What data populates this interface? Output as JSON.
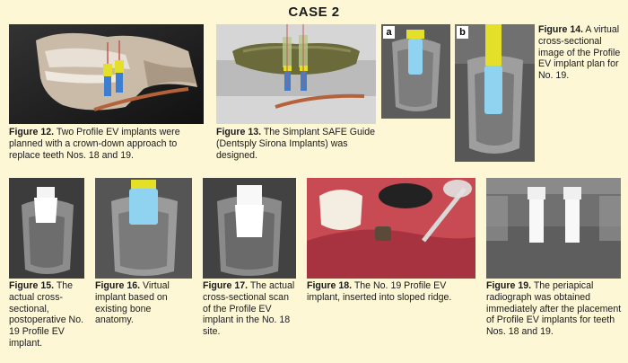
{
  "case_title": "CASE 2",
  "figures": {
    "fig12": {
      "label": "Figure 12.",
      "text": "Two Profile EV implants were planned with a crown-down approach to replace teeth Nos. 18 and 19."
    },
    "fig13": {
      "label": "Figure 13.",
      "text": "The Simplant SAFE Guide (Dentsply Sirona Implants) was designed."
    },
    "fig14": {
      "label": "Figure 14.",
      "text": "A virtual cross-sectional image of the Profile EV implant plan for No. 19.",
      "inset_a": "a",
      "inset_b": "b"
    },
    "fig15": {
      "label": "Figure 15.",
      "text": "The actual cross-sectional, postoperative No. 19 Profile EV implant."
    },
    "fig16": {
      "label": "Figure 16.",
      "text": "Virtual implant based on existing bone anatomy."
    },
    "fig17": {
      "label": "Figure 17.",
      "text": "The actual cross-sectional scan of the Profile EV implant in the No. 18 site."
    },
    "fig18": {
      "label": "Figure 18.",
      "text": "The No. 19 Profile EV implant, inserted into sloped ridge."
    },
    "fig19": {
      "label": "Figure 19.",
      "text": "The periapical radiograph was obtained immediately after the placement of Profile EV implants for teeth Nos. 18 and 19."
    }
  },
  "colors": {
    "background": "#fdf7d6",
    "implant_blue": "#8fd3f0",
    "implant_yellow": "#e4e02a",
    "nerve_orange": "#b5623a"
  }
}
